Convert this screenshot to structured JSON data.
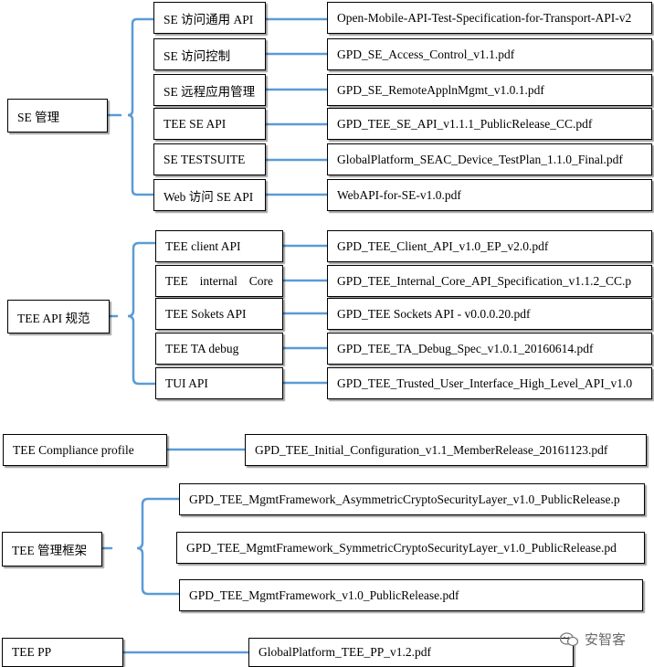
{
  "groups": [
    {
      "name": "SE 管理",
      "items": [
        {
          "label": "SE 访问通用 API",
          "file": "Open-Mobile-API-Test-Specification-for-Transport-API-v2"
        },
        {
          "label": "SE 访问控制",
          "file": "GPD_SE_Access_Control_v1.1.pdf"
        },
        {
          "label": "SE 远程应用管理",
          "file": "GPD_SE_RemoteApplnMgmt_v1.0.1.pdf"
        },
        {
          "label": "TEE SE API",
          "file": "GPD_TEE_SE_API_v1.1.1_PublicRelease_CC.pdf"
        },
        {
          "label": "SE TESTSUITE",
          "file": "GlobalPlatform_SEAC_Device_TestPlan_1.1.0_Final.pdf"
        },
        {
          "label": "Web 访问 SE API",
          "file": "WebAPI-for-SE-v1.0.pdf"
        }
      ]
    },
    {
      "name": "TEE API 规范",
      "items": [
        {
          "label": "TEE client API",
          "file": "GPD_TEE_Client_API_v1.0_EP_v2.0.pdf"
        },
        {
          "label_parts": [
            "TEE",
            "internal",
            "Core"
          ],
          "file": "GPD_TEE_Internal_Core_API_Specification_v1.1.2_CC.p"
        },
        {
          "label": "TEE Sokets API",
          "file": "GPD_TEE Sockets API - v0.0.0.20.pdf"
        },
        {
          "label": "TEE TA debug",
          "file": "GPD_TEE_TA_Debug_Spec_v1.0.1_20160614.pdf"
        },
        {
          "label": "TUI API",
          "file": "GPD_TEE_Trusted_User_Interface_High_Level_API_v1.0"
        }
      ]
    },
    {
      "name": "TEE Compliance profile",
      "file": "GPD_TEE_Initial_Configuration_v1.1_MemberRelease_20161123.pdf"
    },
    {
      "name": "TEE  管理框架",
      "files": [
        "GPD_TEE_MgmtFramework_AsymmetricCryptoSecurityLayer_v1.0_PublicRelease.p",
        "GPD_TEE_MgmtFramework_SymmetricCryptoSecurityLayer_v1.0_PublicRelease.pd",
        "GPD_TEE_MgmtFramework_v1.0_PublicRelease.pdf"
      ]
    },
    {
      "name": "TEE PP",
      "file": "GlobalPlatform_TEE_PP_v1.2.pdf"
    }
  ],
  "watermark": "安智客",
  "colors": {
    "connector": "#5b9bd5",
    "border": "#000000"
  }
}
